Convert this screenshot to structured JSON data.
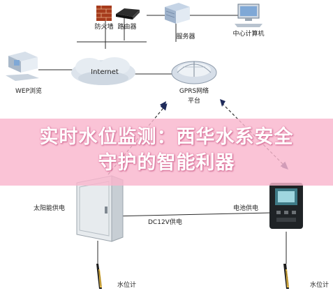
{
  "nodes": {
    "firewall": "防火墙",
    "router": "路由器",
    "server": "服务器",
    "center_pc": "中心计算机",
    "wep": "WEP浏览",
    "internet": "Internet",
    "gprs_line1": "GPRS网络",
    "gprs_line2": "平台",
    "solar": "太阳能供电",
    "dc12v": "DC12V供电",
    "battery": "电池供电",
    "gauge_left": "水位计",
    "gauge_right": "水位计"
  },
  "banner": {
    "line1": "实时水位监测：西华水系安全",
    "line2": "守护的智能利器"
  }
}
